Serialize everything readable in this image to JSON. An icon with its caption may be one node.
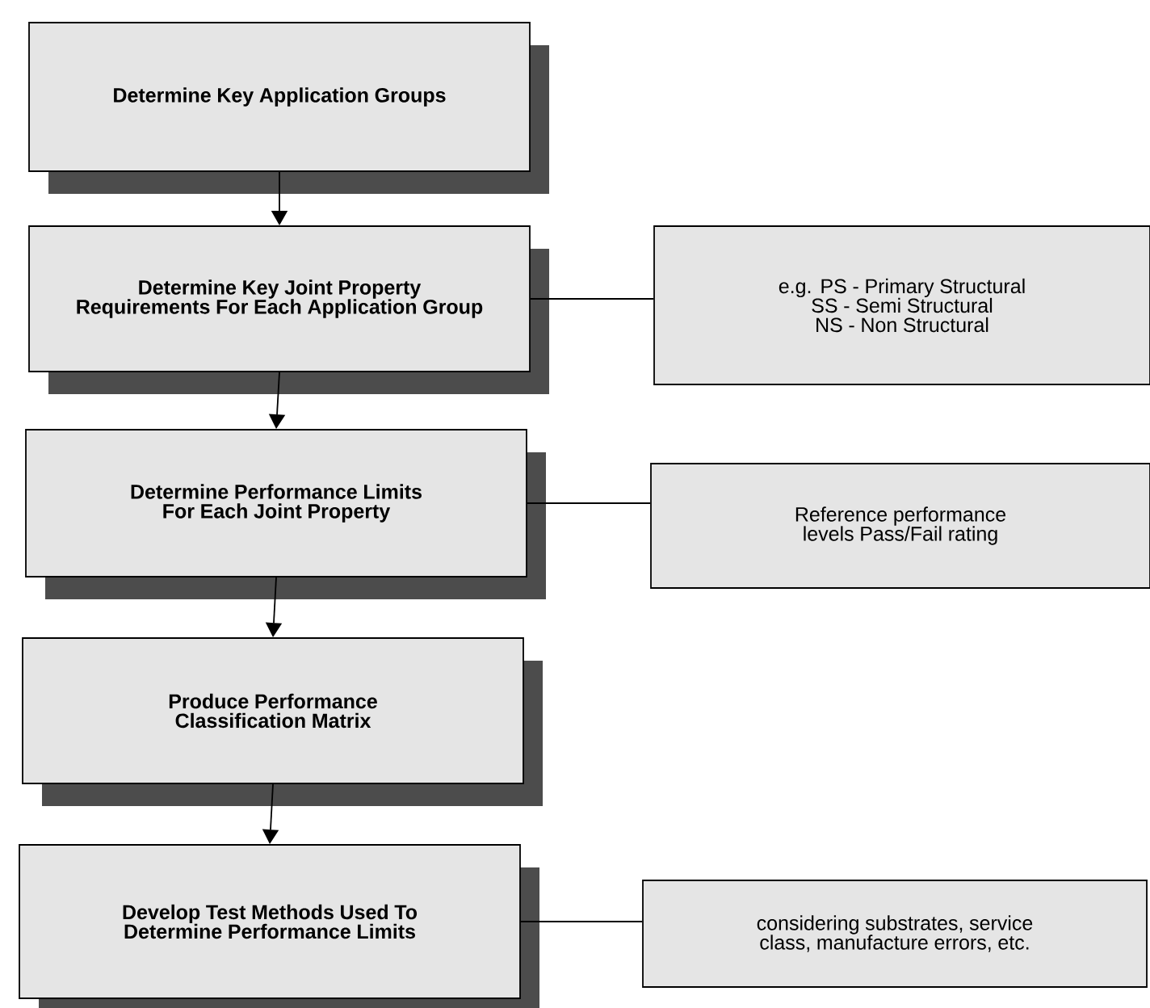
{
  "diagram": {
    "nodes": [
      {
        "text": [
          "Determine Key Application Groups"
        ]
      },
      {
        "text": [
          "Determine Key Joint Property Requirements For Each Application Group"
        ]
      },
      {
        "text": [
          "e.g. PS - Primary Structural SS - Semi Structural NS - Non Structural"
        ]
      },
      {
        "text": [
          "Determine Performance Limits For Each Joint Property"
        ]
      },
      {
        "text": [
          "Reference performance levels Pass/Fail rating"
        ]
      },
      {
        "text": [
          "Produce Performance Classification Matrix"
        ]
      },
      {
        "text": [
          "Develop Test Methods Used To Determine Performance Limits"
        ]
      },
      {
        "text": [
          "considering substrates, service class, manufacture errors, etc."
        ]
      }
    ],
    "edges": [
      {
        "from": 0,
        "to": 1,
        "arrow": "to"
      },
      {
        "from": 1,
        "to": 3,
        "arrow": "to"
      },
      {
        "from": 3,
        "to": 5,
        "arrow": "to"
      },
      {
        "from": 5,
        "to": 6,
        "arrow": "to"
      },
      {
        "from": 1,
        "to": 2,
        "arrow": "none"
      },
      {
        "from": 3,
        "to": 4,
        "arrow": "none"
      },
      {
        "from": 6,
        "to": 7,
        "arrow": "none"
      }
    ]
  }
}
